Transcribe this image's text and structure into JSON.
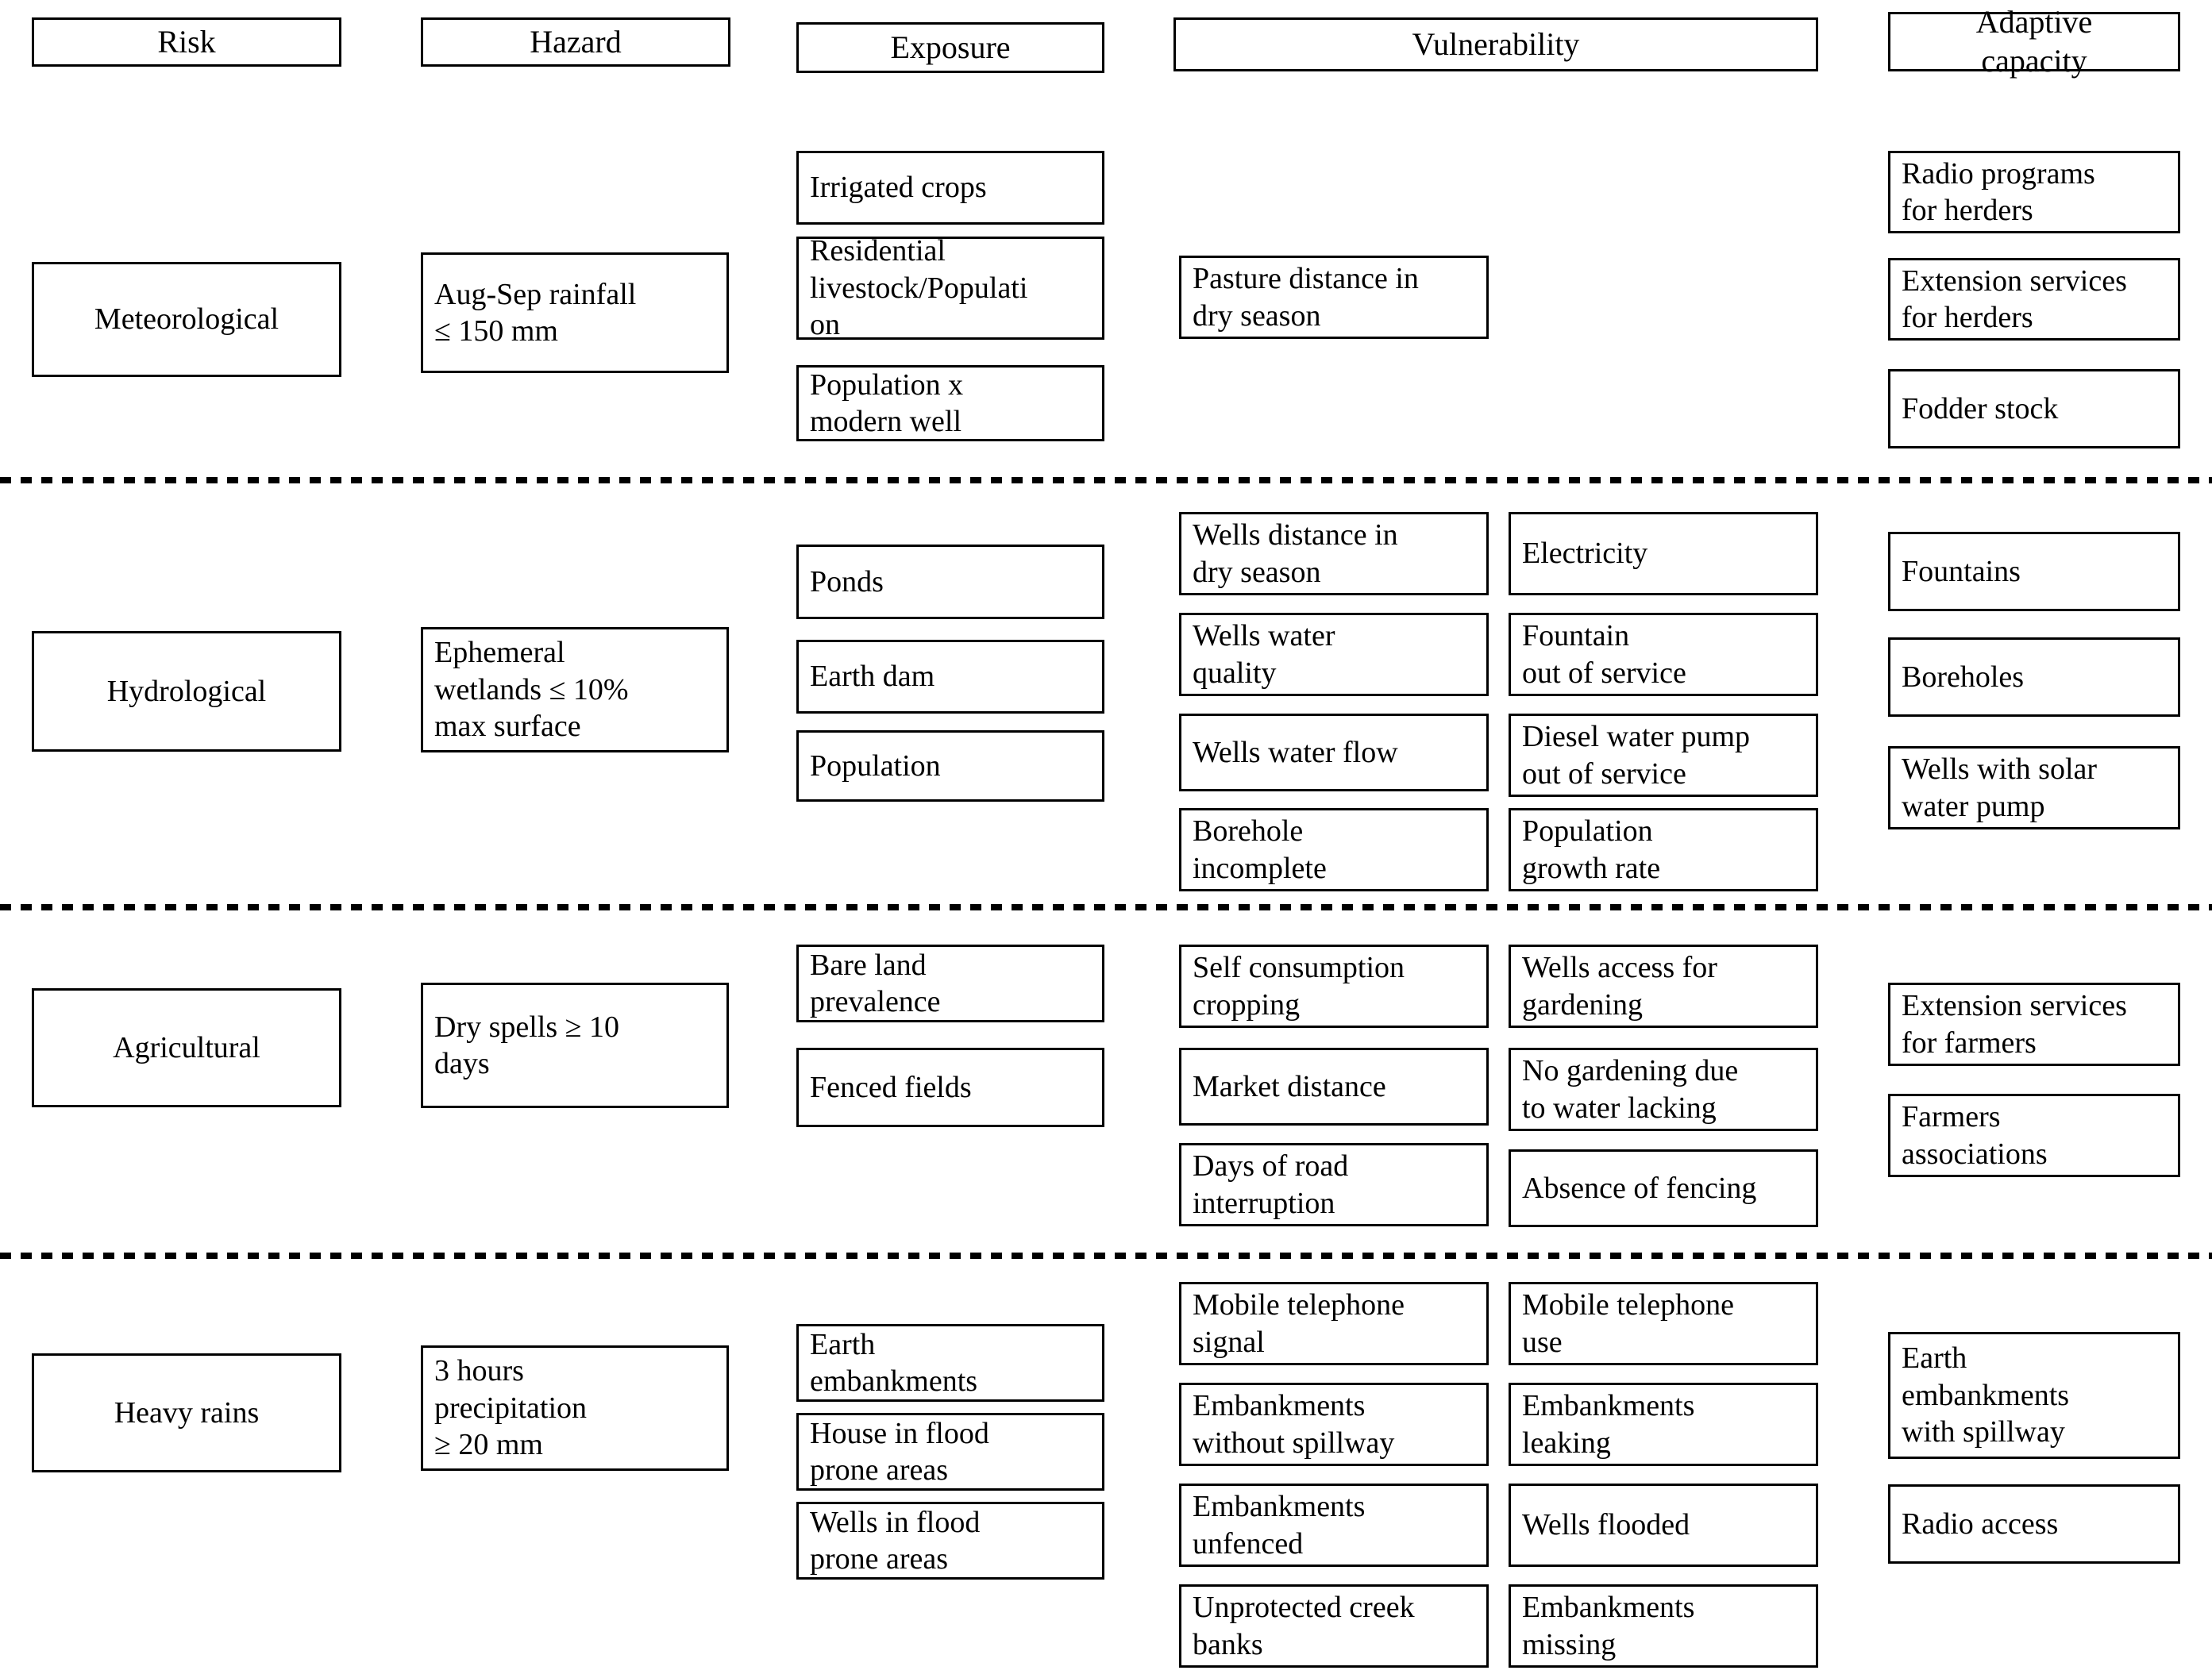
{
  "columns": [
    {
      "key": "risk",
      "label": "Risk"
    },
    {
      "key": "hazard",
      "label": "Hazard"
    },
    {
      "key": "exposure",
      "label": "Exposure"
    },
    {
      "key": "vulnerability",
      "label": "Vulnerability"
    },
    {
      "key": "adaptive_capacity",
      "label": "Adaptive\ncapacity"
    }
  ],
  "rows": [
    {
      "risk": "Meteorological",
      "hazard": "Aug-Sep rainfall\n≤ 150 mm",
      "exposure": [
        "Irrigated crops",
        "Residential\nlivestock/Populati\non",
        "Population x\nmodern well"
      ],
      "vulnerability_col1": [
        "Pasture distance in\ndry season"
      ],
      "vulnerability_col2": [],
      "adaptive_capacity": [
        "Radio programs\nfor herders",
        "Extension services\nfor herders",
        "Fodder stock"
      ]
    },
    {
      "risk": "Hydrological",
      "hazard": "Ephemeral\nwetlands ≤ 10%\nmax surface",
      "exposure": [
        "Ponds",
        "Earth dam",
        "Population"
      ],
      "vulnerability_col1": [
        "Wells distance in\ndry season",
        "Wells water\nquality",
        "Wells water flow",
        "Borehole\nincomplete"
      ],
      "vulnerability_col2": [
        "Electricity",
        "Fountain\nout of service",
        "Diesel water pump\nout of service",
        "Population\ngrowth rate"
      ],
      "adaptive_capacity": [
        "Fountains",
        "Boreholes",
        "Wells with solar\nwater pump"
      ]
    },
    {
      "risk": "Agricultural",
      "hazard": "Dry spells ≥ 10\ndays",
      "exposure": [
        "Bare land\nprevalence",
        "Fenced fields"
      ],
      "vulnerability_col1": [
        "Self consumption\ncropping",
        "Market distance",
        "Days of road\ninterruption"
      ],
      "vulnerability_col2": [
        "Wells access for\ngardening",
        "No gardening due\nto water lacking",
        "Absence of fencing"
      ],
      "adaptive_capacity": [
        "Extension services\nfor farmers",
        "Farmers\nassociations"
      ]
    },
    {
      "risk": "Heavy rains",
      "hazard": "3 hours\nprecipitation\n≥ 20 mm",
      "exposure": [
        "Earth\nembankments",
        "House in flood\nprone areas",
        "Wells in flood\nprone areas"
      ],
      "vulnerability_col1": [
        "Mobile telephone\nsignal",
        "Embankments\nwithout spillway",
        "Embankments\nunfenced",
        "Unprotected creek\nbanks"
      ],
      "vulnerability_col2": [
        "Mobile telephone\nuse",
        "Embankments\nleaking",
        "Wells flooded",
        "Embankments\nmissing"
      ],
      "adaptive_capacity": [
        "Earth\nembankments\nwith spillway",
        "Radio access"
      ]
    }
  ],
  "colors": {
    "border": "#000000",
    "background": "#ffffff",
    "text": "#000000"
  }
}
